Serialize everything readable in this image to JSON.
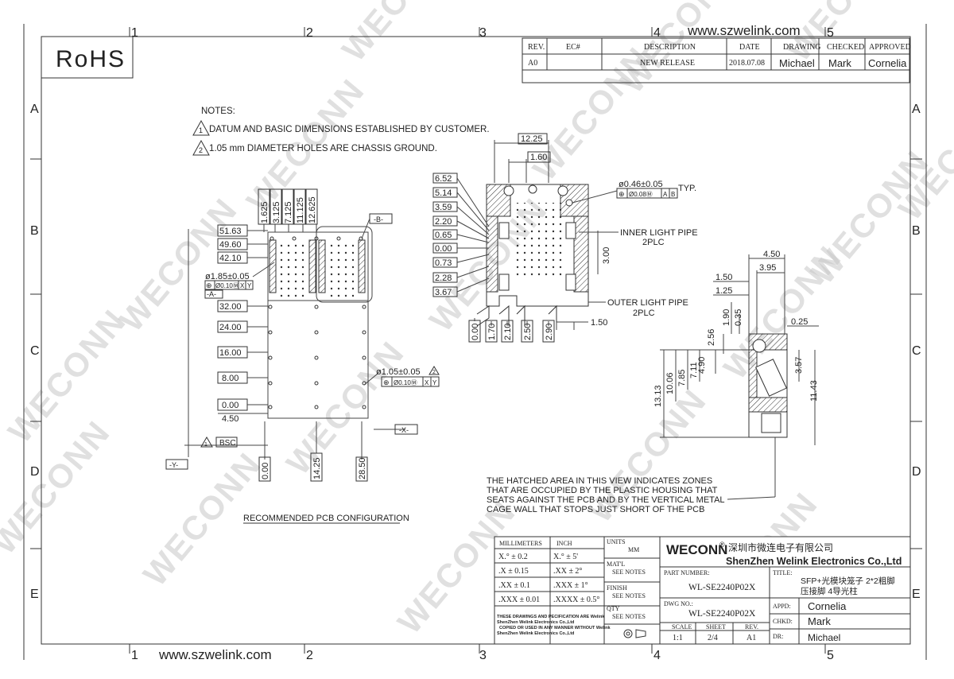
{
  "website": "www.szwelink.com",
  "rohs": "RoHS",
  "zone_cols": [
    "1",
    "2",
    "3",
    "4",
    "5"
  ],
  "zone_rows": [
    "A",
    "B",
    "C",
    "D",
    "E"
  ],
  "revision": {
    "headers": [
      "REV.",
      "EC#",
      "DESCRIPTION",
      "DATE",
      "DRAWING",
      "CHECKED",
      "APPROVED"
    ],
    "row": {
      "rev": "A0",
      "ec": "",
      "desc": "NEW RELEASE",
      "date": "2018.07.08",
      "drawing": "Michael",
      "checked": "Mark",
      "approved": "Cornelia"
    }
  },
  "notes": {
    "title": "NOTES:",
    "items": [
      {
        "num": "1",
        "text": "DATUM AND BASIC DIMENSIONS ESTABLISHED BY CUSTOMER."
      },
      {
        "num": "2",
        "text": "1.05 mm DIAMETER HOLES ARE CHASSIS GROUND."
      }
    ]
  },
  "pcb_view": {
    "top_dims": [
      "1.625",
      "3.125",
      "7.125",
      "11.125",
      "12.625"
    ],
    "left_dims": [
      "51.63",
      "49.60",
      "42.10",
      "32.00",
      "24.00",
      "16.00",
      "8.00",
      "0.00",
      "4.50"
    ],
    "bottom_dims": [
      "0.00",
      "14.25",
      "28.50"
    ],
    "hole1": "ø1.85±0.05",
    "hole1_tol": [
      "⊕",
      "Ø0.10Ⓜ",
      "X",
      "Y"
    ],
    "hole2": "ø1.05±0.05",
    "hole2_note": "2",
    "hole2_tol": [
      "⊕",
      "Ø0.10Ⓜ",
      "X",
      "Y"
    ],
    "datum_a": "-A-",
    "datum_b": "-B-",
    "datum_x": "-X-",
    "datum_y": "-Y-",
    "bsc_note": "1",
    "bsc": "BSC",
    "caption": "RECOMMENDED PCB CONFIGURATION"
  },
  "front_view": {
    "top_dims": [
      "12.25",
      "1.60"
    ],
    "left_dims": [
      "6.52",
      "5.14",
      "3.59",
      "2.20",
      "0.65",
      "0.00",
      "0.73",
      "2.28",
      "3.67"
    ],
    "bottom_dims": [
      "0.00",
      "1.70",
      "2.10",
      "2.50",
      "2.90"
    ],
    "right_dim": "1.50",
    "vert_dim": "3.00",
    "hole": "ø0.46±0.05",
    "hole_typ": "TYP.",
    "hole_tol": [
      "⊕",
      "Ø0.08Ⓜ",
      "A",
      "B"
    ],
    "inner_label": [
      "INNER LIGHT PIPE",
      "2PLC"
    ],
    "outer_label": [
      "OUTER LIGHT PIPE",
      "2PLC"
    ]
  },
  "side_view": {
    "top_dims": [
      "4.50",
      "3.95",
      "1.50",
      "1.25"
    ],
    "small_vert": [
      "1.90",
      "0.35",
      "2.56",
      "4.90"
    ],
    "right_small": "0.25",
    "left_vert": [
      "13.13",
      "10.06",
      "7.85",
      "7.11"
    ],
    "right_vert": [
      "3.57",
      "11.43"
    ]
  },
  "hatch_note": [
    "THE HATCHED AREA IN THIS VIEW INDICATES ZONES",
    "THAT ARE OCCUPIED BY THE PLASTIC HOUSING THAT",
    "SEATS AGAINST THE PCB AND BY THE VERTICAL METAL",
    "CAGE WALL THAT STOPS JUST SHORT OF THE PCB"
  ],
  "title_block": {
    "tol_headers": [
      "MILLIMETERS",
      "INCH",
      "UNITS"
    ],
    "units_value": "MM",
    "mm_tol": [
      "X.° ± 0.2",
      ".X ± 0.15",
      ".XX ± 0.1",
      ".XXX ± 0.01"
    ],
    "inch_tol": [
      "X.° ± 5'",
      ".XX ± 2°",
      ".XXX ± 1°",
      ".XXXX ± 0.5°"
    ],
    "mat": [
      "MAT'L",
      "SEE NOTES"
    ],
    "finish": [
      "FINISH",
      "SEE NOTES"
    ],
    "qty": [
      "QTY",
      "SEE NOTES"
    ],
    "disclaimer": [
      "THESE DRAWINGS AND PECIFICATION ARE Welink",
      "ShenZhen Welink Electronics Co.,Ltd",
      "COPIED OR USED IN ANY MANNER WITHOUT Welink",
      "ShenZhen Welink Electronics Co.,Ltd"
    ],
    "brand": "WECONN",
    "company_cn": "深圳市微连电子有限公司",
    "company_en": "ShenZhen Welink Electronics Co.,Ltd",
    "part_label": "PART NUMBER:",
    "part_number": "WL-SE2240P02X",
    "dwg_label": "DWG NO.:",
    "dwg_number": "WL-SE2240P02X",
    "title_label": "TITLE:",
    "title_lines": [
      "SFP+光模块笼子 2*2粗脚",
      "压接脚 4导光柱"
    ],
    "appd_label": "APPD:",
    "appd": "Cornelia",
    "chkd_label": "CHKD:",
    "chkd": "Mark",
    "dr_label": "DR:",
    "dr": "Michael",
    "scale_headers": [
      "SCALE",
      "SHEET",
      "REV."
    ],
    "scale_values": [
      "1:1",
      "2/4",
      "A1"
    ]
  },
  "watermark": "WECONN"
}
